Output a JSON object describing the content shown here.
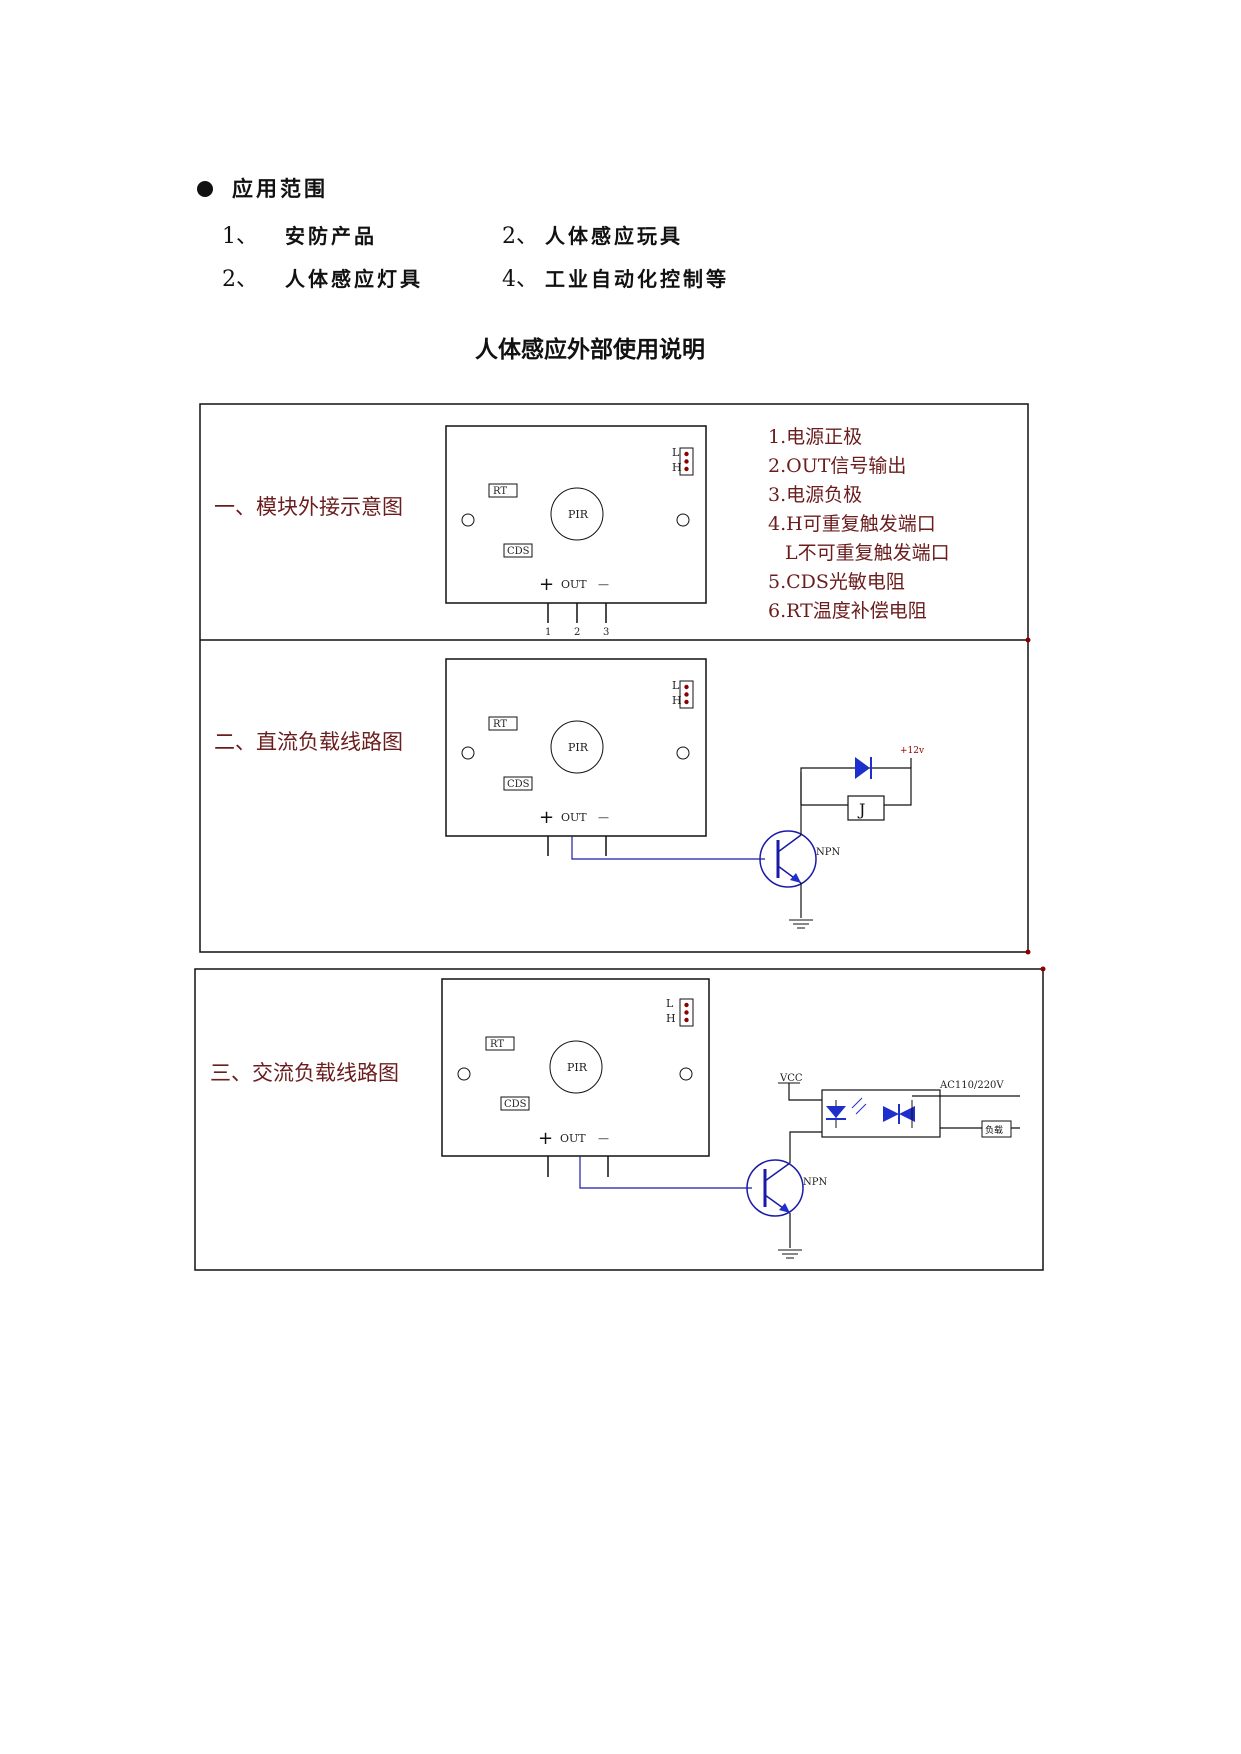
{
  "section": {
    "heading": "应用范围",
    "items": [
      {
        "num": "1、",
        "text": "安防产品"
      },
      {
        "num": "2、",
        "text": "人体感应玩具"
      },
      {
        "num": "2、",
        "text": "人体感应灯具"
      },
      {
        "num": "4、",
        "text": "工业自动化控制等"
      }
    ]
  },
  "title": "人体感应外部使用说明",
  "panels": [
    {
      "label": "一、模块外接示意图"
    },
    {
      "label": "二、直流负载线路图"
    },
    {
      "label": "三、交流负载线路图"
    }
  ],
  "legend": [
    "1.电源正极",
    "2.OUT信号输出",
    "3.电源负极",
    "4.H可重复触发端口",
    "L不可重复触发端口",
    "5.CDS光敏电阻",
    "6.RT温度补偿电阻"
  ],
  "module": {
    "rt": "RT",
    "cds": "CDS",
    "pir": "PIR",
    "l": "L",
    "h": "H",
    "plus": "+",
    "out": "OUT",
    "minus": "—",
    "pins": [
      "1",
      "2",
      "3"
    ]
  },
  "dc": {
    "supply": "+12v",
    "relay": "J",
    "transistor": "NPN"
  },
  "ac": {
    "vcc": "VCC",
    "mains": "AC110/220V",
    "load": "负载",
    "transistor": "NPN"
  },
  "colors": {
    "frame": "#111111",
    "label": "#6b1d1d",
    "wire": "#1a1aa6",
    "component": "#1f2fcc"
  }
}
